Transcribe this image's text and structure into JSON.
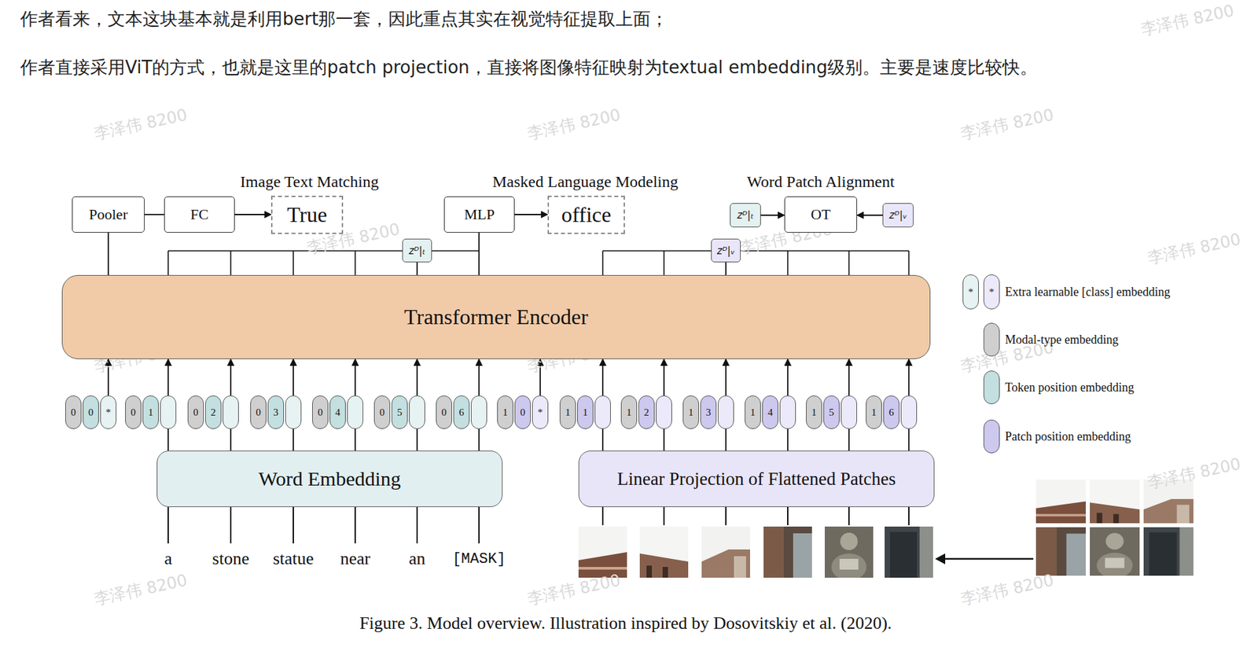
{
  "diagram": {
    "caption": "Figure 3. Model overview. Illustration inspired by Dosovitskiy et al. (2020).",
    "nodes": [
      {
        "text": [
          "Pooler"
        ]
      },
      {
        "text": [
          "FC"
        ]
      },
      {
        "text": [
          "True"
        ]
      },
      {
        "text": [
          "MLP"
        ]
      },
      {
        "text": [
          "office"
        ]
      },
      {
        "text": [
          "zᴰ|ₜ"
        ]
      },
      {
        "text": [
          "OT"
        ]
      },
      {
        "text": [
          "zᴰ|ᵥ"
        ]
      },
      {
        "text": [
          "zᴰ|ₜ"
        ]
      },
      {
        "text": [
          "zᴰ|ᵥ"
        ]
      },
      {
        "text": [
          "Transformer Encoder"
        ]
      },
      {
        "text": [
          "0"
        ]
      },
      {
        "text": [
          "0"
        ]
      },
      {
        "text": [
          "*"
        ]
      },
      {
        "text": [
          "0"
        ]
      },
      {
        "text": [
          "1"
        ]
      },
      {
        "text": [
          "0"
        ]
      },
      {
        "text": [
          "2"
        ]
      },
      {
        "text": [
          "0"
        ]
      },
      {
        "text": [
          "3"
        ]
      },
      {
        "text": [
          "0"
        ]
      },
      {
        "text": [
          "4"
        ]
      },
      {
        "text": [
          "0"
        ]
      },
      {
        "text": [
          "5"
        ]
      },
      {
        "text": [
          "0"
        ]
      },
      {
        "text": [
          "6"
        ]
      },
      {
        "text": [
          "1"
        ]
      },
      {
        "text": [
          "0"
        ]
      },
      {
        "text": [
          "*"
        ]
      },
      {
        "text": [
          "1"
        ]
      },
      {
        "text": [
          "1"
        ]
      },
      {
        "text": [
          "1"
        ]
      },
      {
        "text": [
          "2"
        ]
      },
      {
        "text": [
          "1"
        ]
      },
      {
        "text": [
          "3"
        ]
      },
      {
        "text": [
          "1"
        ]
      },
      {
        "text": [
          "4"
        ]
      },
      {
        "text": [
          "1"
        ]
      },
      {
        "text": [
          "5"
        ]
      },
      {
        "text": [
          "1"
        ]
      },
      {
        "text": [
          "6"
        ]
      },
      {
        "text": [
          "Word Embedding"
        ]
      },
      {
        "text": [
          "Linear Projection of Flattened Patches"
        ]
      }
    ],
    "edges": [
      {
        "from": 10,
        "to": 0,
        "arrow": "none"
      },
      {
        "from": 0,
        "to": 1,
        "arrow": "none"
      },
      {
        "from": 1,
        "to": 2,
        "arrow": "to"
      },
      {
        "from": 3,
        "to": 4,
        "arrow": "to"
      },
      {
        "from": 10,
        "to": 3,
        "arrow": "none"
      },
      {
        "from": 10,
        "to": 8,
        "arrow": "none"
      },
      {
        "from": 10,
        "to": 9,
        "arrow": "none"
      },
      {
        "from": 5,
        "to": 6,
        "arrow": "to"
      },
      {
        "from": 7,
        "to": 6,
        "arrow": "to"
      },
      {
        "from": 13,
        "to": 10,
        "arrow": "to"
      },
      {
        "from": 41,
        "to": 10,
        "arrow": "to"
      },
      {
        "from": 41,
        "to": 10,
        "arrow": "to"
      },
      {
        "from": 41,
        "to": 10,
        "arrow": "to"
      },
      {
        "from": 41,
        "to": 10,
        "arrow": "to"
      },
      {
        "from": 41,
        "to": 10,
        "arrow": "to"
      },
      {
        "from": 41,
        "to": 10,
        "arrow": "to"
      },
      {
        "from": 28,
        "to": 10,
        "arrow": "to"
      },
      {
        "from": 42,
        "to": 10,
        "arrow": "to"
      },
      {
        "from": 42,
        "to": 10,
        "arrow": "to"
      },
      {
        "from": 42,
        "to": 10,
        "arrow": "to"
      },
      {
        "from": 42,
        "to": 10,
        "arrow": "to"
      },
      {
        "from": 42,
        "to": 10,
        "arrow": "to"
      },
      {
        "from": 42,
        "to": 10,
        "arrow": "to"
      }
    ],
    "labels": [
      "作者看来，文本这块基本就是利用bert那一套，因此重点其实在视觉特征提取上面；",
      "作者直接采用ViT的方式，也就是这里的patch projection，直接将图像特征映射为textual embedding级别。主要是速度比较快。",
      "Image Text Matching",
      "Masked Language Modeling",
      "Word Patch Alignment",
      "a",
      "stone",
      "statue",
      "near",
      "an",
      "[MASK]",
      "*",
      "*",
      "李泽伟 8200",
      "李泽伟 8200",
      "李泽伟 8200",
      "李泽伟 8200",
      "李泽伟 8200",
      "李泽伟 8200",
      "李泽伟 8200",
      "李泽伟 8200",
      "李泽伟 8200",
      "李泽伟 8200",
      "李泽伟 8200",
      "李泽伟 8200",
      "李泽伟 8200",
      "李泽伟 8200",
      "李泽伟 8200",
      "李泽伟 8200"
    ],
    "legend": [
      {
        "text": "Extra learnable [class] embedding"
      },
      {
        "text": "Modal-type embedding",
        "color": "#cfcfcf"
      },
      {
        "text": "Token position embedding",
        "color": "#c3dfe0"
      },
      {
        "text": "Patch position embedding",
        "color": "#cdc8ee"
      }
    ]
  }
}
